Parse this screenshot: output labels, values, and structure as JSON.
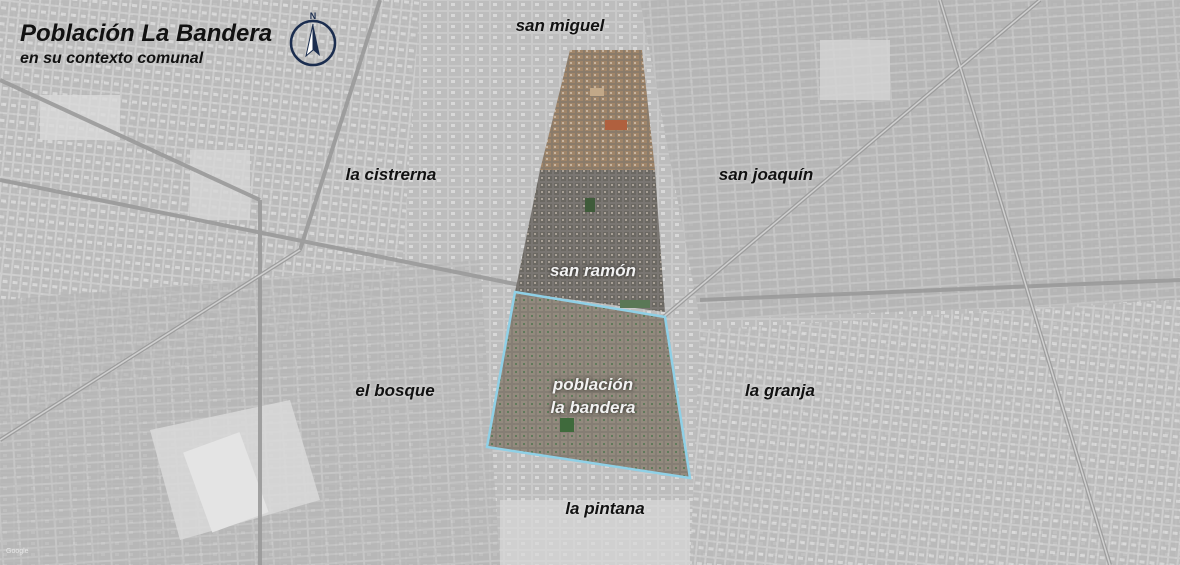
{
  "map": {
    "title": "Población La Bandera",
    "subtitle": "en su contexto comunal",
    "compass": {
      "icon": "north-arrow-icon",
      "letter": "N",
      "color": "#1b2d4f"
    },
    "highlight_color": "#8fd0e6",
    "labels": {
      "san_miguel": "san miguel",
      "la_cistrerna": "la cistrerna",
      "san_joaquin": "san joaquín",
      "san_ramon": "san ramón",
      "poblacion": "población",
      "la_bandera": "la bandera",
      "el_bosque": "el bosque",
      "la_granja": "la granja",
      "la_pintana": "la pintana"
    },
    "credit": "Google"
  }
}
